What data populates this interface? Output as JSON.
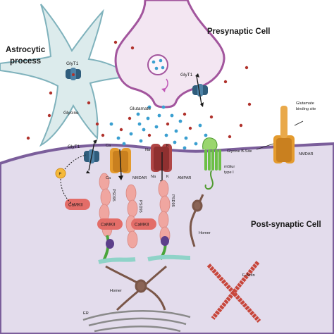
{
  "labels": {
    "astrocyte_line1": "Astrocytic",
    "astrocyte_line2": "process",
    "presynaptic": "Presynaptic Cell",
    "postsynaptic": "Post-synaptic Cell",
    "glyt1_astro": "GlyT1",
    "glyt1_pre": "GlyT1",
    "glyt1_post": "GlyT1",
    "glycine": "Glycine",
    "glutamate": "Glutamate",
    "glut_binding_line1": "Glutamate",
    "glut_binding_line2": "binding site",
    "glycine_b_site": "Glycine B-Site",
    "nmdar_right": "NMDAR",
    "nmdar_center": "NMDAR",
    "ampar": "AMPAR",
    "mglur_line1": "mGlur",
    "mglur_line2": "type I",
    "ca_in": "Ca",
    "ca_out": "Ca",
    "na_top": "Na",
    "k_top": "K",
    "na_bottom": "Na",
    "k_bottom": "K",
    "p": "P",
    "camkii_1": "CaMKII",
    "camkii_2": "CaMKII",
    "camkii_3": "CaMKII",
    "psd95_1": "PSD95",
    "psd95_2": "PSD95",
    "psd95_3": "PSD95",
    "homer_right": "Homer",
    "homer_bottom": "Homer",
    "f_actin": "F-Actin",
    "er": "ER"
  },
  "colors": {
    "astrocyte": "#dcebec",
    "presynaptic": "#f3e6f2",
    "presynaptic_border": "#a2559d",
    "postsynaptic": "#e3dcec",
    "postsynaptic_border": "#7b5e9b",
    "glycine_dot": "#b0322c",
    "glutamate_dot": "#3a9fd0",
    "nmdar": "#e49b2e",
    "ampar": "#b04646",
    "mglur": "#6cbf45",
    "glyt1": "#2f5d7c",
    "psd95": "#f0a6a0",
    "camkii": "#e36d68",
    "f_actin": "#c8473c",
    "homer": "#7a5648"
  }
}
